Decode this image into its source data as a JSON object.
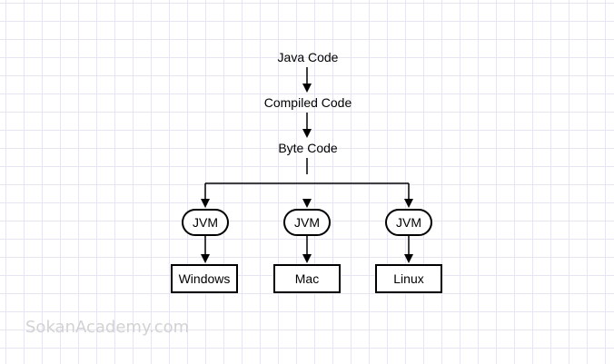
{
  "diagram": {
    "nodes": {
      "java_code": "Java Code",
      "compiled_code": "Compiled Code",
      "byte_code": "Byte Code",
      "jvms": [
        "JVM",
        "JVM",
        "JVM"
      ],
      "platforms": [
        "Windows",
        "Mac",
        "Linux"
      ]
    },
    "edges": [
      {
        "from": "Java Code",
        "to": "Compiled Code"
      },
      {
        "from": "Compiled Code",
        "to": "Byte Code"
      },
      {
        "from": "Byte Code",
        "to": "JVM (Windows)"
      },
      {
        "from": "Byte Code",
        "to": "JVM (Mac)"
      },
      {
        "from": "Byte Code",
        "to": "JVM (Linux)"
      },
      {
        "from": "JVM (Windows)",
        "to": "Windows"
      },
      {
        "from": "JVM (Mac)",
        "to": "Mac"
      },
      {
        "from": "JVM (Linux)",
        "to": "Linux"
      }
    ]
  },
  "watermark": "SokanAcademy.com"
}
